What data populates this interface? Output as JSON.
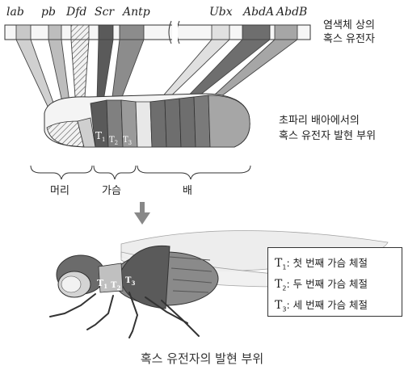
{
  "genes": [
    "lab",
    "pb",
    "Dfd",
    "Scr",
    "Antp",
    "Ubx",
    "AbdA",
    "AbdB"
  ],
  "chromosome_label": "염색체 상의\n혹스 유전자",
  "embryo_label": "초파리 배아에서의\n혹스 유전자 발현 부위",
  "segment_labels": [
    "T1",
    "T2",
    "T3"
  ],
  "body_regions": [
    "머리",
    "가슴",
    "배"
  ],
  "legend": [
    {
      "t": "T",
      "sub": "1",
      "text": ": 첫 번째 가슴 체절"
    },
    {
      "t": "T",
      "sub": "2",
      "text": ": 두 번째 가슴 체절"
    },
    {
      "t": "T",
      "sub": "3",
      "text": ": 세 번째 가슴 체절"
    }
  ],
  "caption": "혹스 유전자의 발현 부위",
  "colors": {
    "dark": "#5a5a5a",
    "mid": "#8c8c8c",
    "light": "#c8c8c8",
    "pale": "#e6e6e6",
    "outline": "#333333"
  }
}
